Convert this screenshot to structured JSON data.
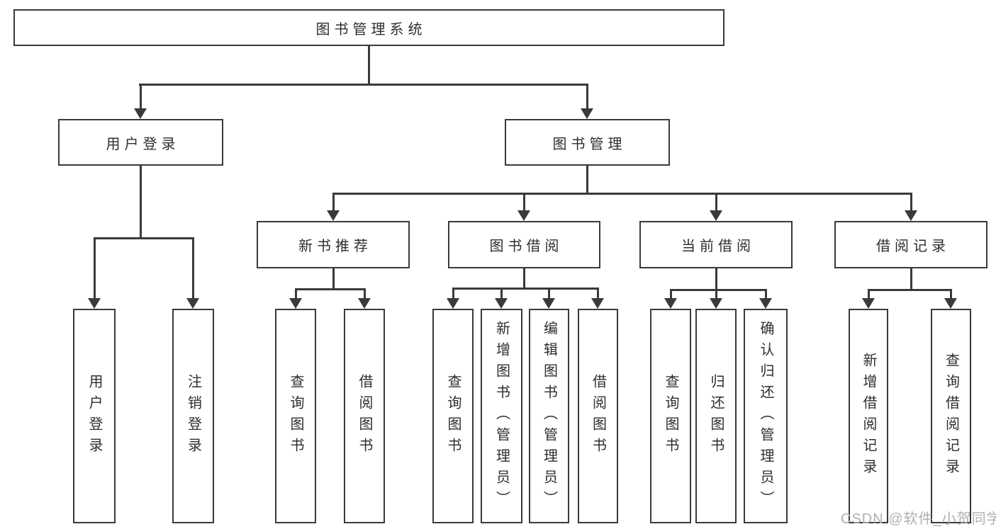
{
  "tree": {
    "root": {
      "label": "图书管理系统",
      "children": [
        {
          "label": "用户登录",
          "children": [
            {
              "label": "用户登录"
            },
            {
              "label": "注销登录"
            }
          ]
        },
        {
          "label": "图书管理",
          "children": [
            {
              "label": "新书推荐",
              "children": [
                {
                  "label": "查询图书"
                },
                {
                  "label": "借阅图书"
                }
              ]
            },
            {
              "label": "图书借阅",
              "children": [
                {
                  "label": "查询图书"
                },
                {
                  "label": "新增图书（管理员）"
                },
                {
                  "label": "编辑图书（管理员）"
                },
                {
                  "label": "借阅图书"
                }
              ]
            },
            {
              "label": "当前借阅",
              "children": [
                {
                  "label": "查询图书"
                },
                {
                  "label": "归还图书"
                },
                {
                  "label": "确认归还（管理员）"
                }
              ]
            },
            {
              "label": "借阅记录",
              "children": [
                {
                  "label": "新增借阅记录"
                },
                {
                  "label": "查询借阅记录"
                }
              ]
            }
          ]
        }
      ]
    }
  },
  "watermark": {
    "text": "CSDN @软件_小贺同学"
  },
  "colors": {
    "line": "#3a3a3a",
    "text": "#2e2e2e",
    "watermark": "#b0b0b0",
    "background": "#ffffff"
  }
}
